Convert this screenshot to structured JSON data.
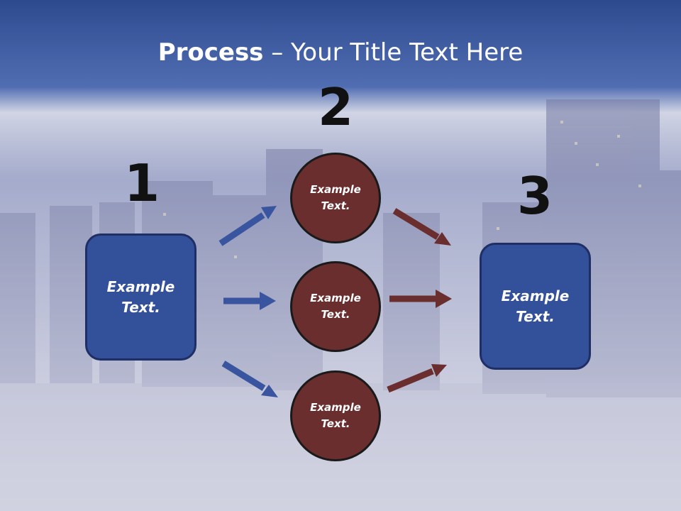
{
  "title": {
    "bold": "Process",
    "rest": " – Your Title Text Here"
  },
  "steps": [
    {
      "number": "1",
      "label_line1": "Example",
      "label_line2": "Text."
    },
    {
      "number": "2"
    },
    {
      "number": "3",
      "label_line1": "Example",
      "label_line2": "Text."
    }
  ],
  "circles": [
    {
      "line1": "Example",
      "line2": "Text."
    },
    {
      "line1": "Example",
      "line2": "Text."
    },
    {
      "line1": "Example",
      "line2": "Text."
    }
  ],
  "colors": {
    "box": "#33509a",
    "circle": "#6b2e2e",
    "arrow_in": "#3a55a0",
    "arrow_out": "#6b2e2e",
    "header": "#33509a"
  }
}
